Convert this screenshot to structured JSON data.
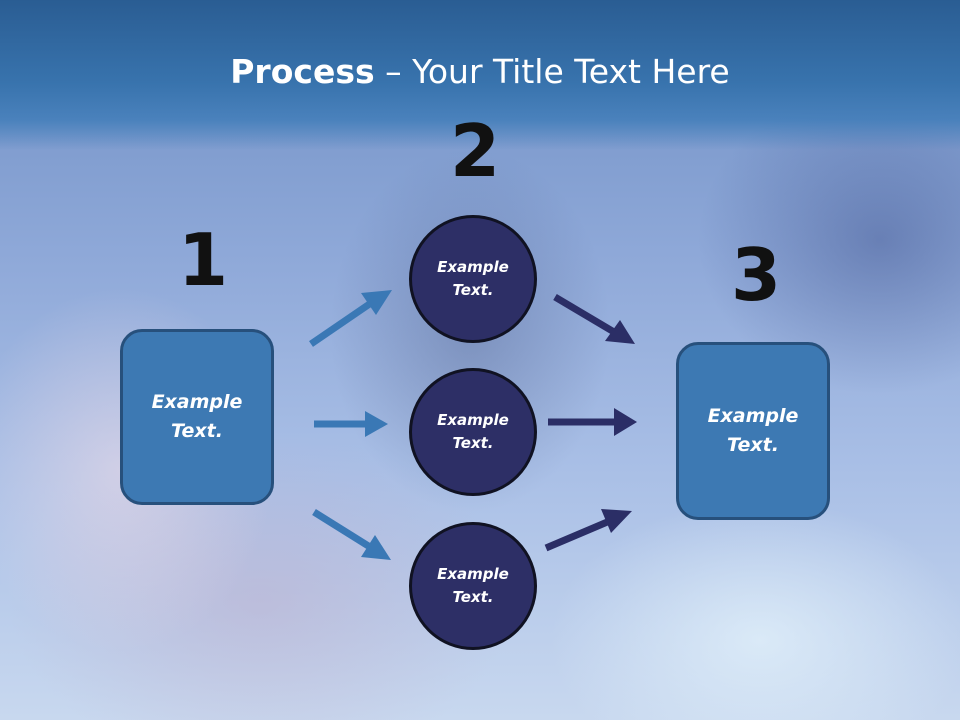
{
  "slide": {
    "title_bold": "Process",
    "title_rest": " – Your Title Text Here"
  },
  "steps": {
    "one": "1",
    "two": "2",
    "three": "3"
  },
  "nodes": {
    "left_box": "Example Text.",
    "circle_top": "Example Text.",
    "circle_middle": "Example Text.",
    "circle_bottom": "Example Text.",
    "right_box": "Example Text."
  },
  "colors": {
    "header": "#3873ad",
    "box_fill": "#3d79b3",
    "circle_fill": "#2d2f66",
    "arrow_blue": "#3a78b5",
    "arrow_navy": "#2b2e66"
  }
}
